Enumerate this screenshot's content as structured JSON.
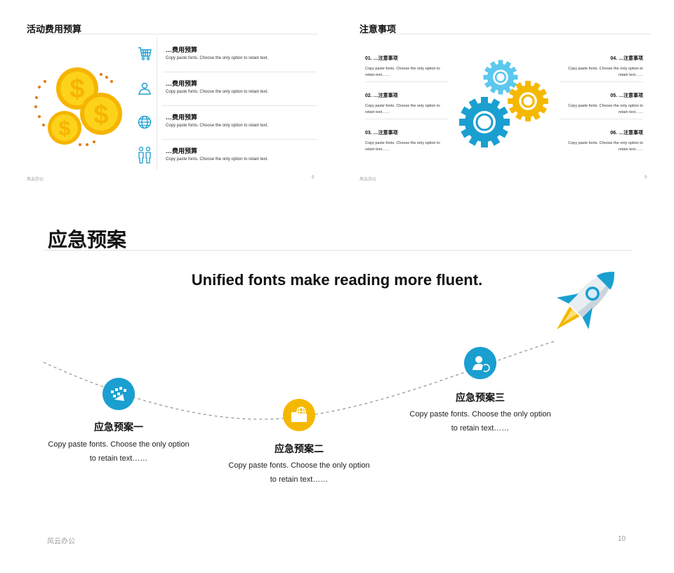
{
  "slide1": {
    "title": "活动费用预算",
    "items": [
      {
        "heading": "…费用预算",
        "text": "Copy paste fonts. Choose the only option to retain text.",
        "icon": "cart-icon"
      },
      {
        "heading": "…费用预算",
        "text": "Copy paste fonts. Choose the only option to retain text.",
        "icon": "location-user-icon"
      },
      {
        "heading": "…费用预算",
        "text": "Copy paste fonts. Choose the only option to retain text.",
        "icon": "globe-icon"
      },
      {
        "heading": "…费用预算",
        "text": "Copy paste fonts. Choose the only option to retain text.",
        "icon": "people-icon"
      }
    ],
    "footer_left": "风云办公",
    "page_number": "9"
  },
  "slide2": {
    "title": "注意事项",
    "left_items": [
      {
        "heading": "01. …注意事项",
        "line1": "Copy paste fonts. Choose the only option to",
        "line2": "retain text……"
      },
      {
        "heading": "02. …注意事项",
        "line1": "Copy paste fonts. Choose the only option to",
        "line2": "retain text……"
      },
      {
        "heading": "03. …注意事项",
        "line1": "Copy paste fonts. Choose the only option to",
        "line2": "retain text……"
      }
    ],
    "right_items": [
      {
        "heading": "04. …注意事项",
        "line1": "Copy paste fonts. Choose the only option to",
        "line2": "retain text……"
      },
      {
        "heading": "05. …注意事项",
        "line1": "Copy paste fonts. Choose the only option to",
        "line2": "retain text……"
      },
      {
        "heading": "06. …注意事项",
        "line1": "Copy paste fonts. Choose the only option to",
        "line2": "retain text……"
      }
    ],
    "footer_left": "风云办公",
    "page_number": "9"
  },
  "slide3": {
    "title": "应急预案",
    "headline": "Unified fonts make reading more fluent.",
    "plans": [
      {
        "title": "应急预案一",
        "line1": "Copy paste fonts. Choose the only option",
        "line2": "to retain text……",
        "icon": "apps-icon",
        "color": "#1a9fd0"
      },
      {
        "title": "应急预案二",
        "line1": "Copy paste fonts. Choose the only option",
        "line2": "to retain text……",
        "icon": "globe-folder-icon",
        "color": "#f5b800"
      },
      {
        "title": "应急预案三",
        "line1": "Copy paste fonts. Choose the only option",
        "line2": "to retain text……",
        "icon": "user-refresh-icon",
        "color": "#1a9fd0"
      }
    ],
    "footer_left": "风云办公",
    "page_number": "10"
  },
  "colors": {
    "blue": "#1a9fd0",
    "light_blue": "#5bc8ee",
    "yellow": "#f5b800",
    "orange": "#e07a10",
    "gold": "#f8c20a"
  }
}
